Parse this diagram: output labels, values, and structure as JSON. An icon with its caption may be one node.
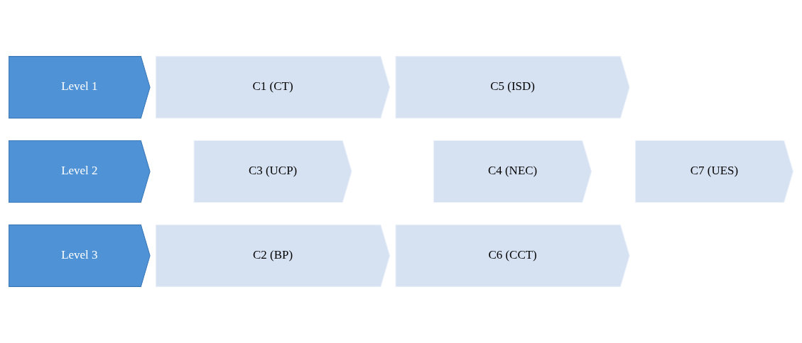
{
  "diagram": {
    "nodes": [
      {
        "text": [
          "Level 1"
        ]
      },
      {
        "text": [
          "C1 (CT)"
        ]
      },
      {
        "text": [
          "C5 (ISD)"
        ]
      },
      {
        "text": [
          "Level 2"
        ]
      },
      {
        "text": [
          "C3 (UCP)"
        ]
      },
      {
        "text": [
          "C4 (NEC)"
        ]
      },
      {
        "text": [
          "C7 (UES)"
        ]
      },
      {
        "text": [
          "Level 3"
        ]
      },
      {
        "text": [
          "C2 (BP)"
        ]
      },
      {
        "text": [
          "C6 (CCT)"
        ]
      }
    ]
  }
}
